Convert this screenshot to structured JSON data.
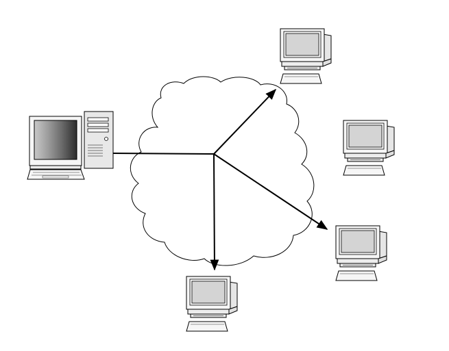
{
  "diagram": {
    "type": "network-topology",
    "cloud": {
      "icon": "cloud-icon"
    },
    "server": {
      "icon": "desktop-workstation-icon",
      "parts": [
        "monitor",
        "tower",
        "keyboard"
      ]
    },
    "clients": [
      {
        "id": "client-top-right",
        "icon": "computer-terminal-icon",
        "connected": true
      },
      {
        "id": "client-right",
        "icon": "computer-terminal-icon",
        "connected": false
      },
      {
        "id": "client-lower-right",
        "icon": "computer-terminal-icon",
        "connected": true
      },
      {
        "id": "client-bottom",
        "icon": "computer-terminal-icon",
        "connected": true
      }
    ],
    "links": [
      {
        "from": "server",
        "to": "hub",
        "arrow": false
      },
      {
        "from": "hub",
        "to": "client-top-right",
        "arrow": true
      },
      {
        "from": "hub",
        "to": "client-lower-right",
        "arrow": true
      },
      {
        "from": "hub",
        "to": "client-bottom",
        "arrow": true
      }
    ],
    "colors": {
      "line": "#000000",
      "screen": "#d4d4d4",
      "body": "#f5f5f5",
      "tower": "#e8e8e8"
    }
  }
}
